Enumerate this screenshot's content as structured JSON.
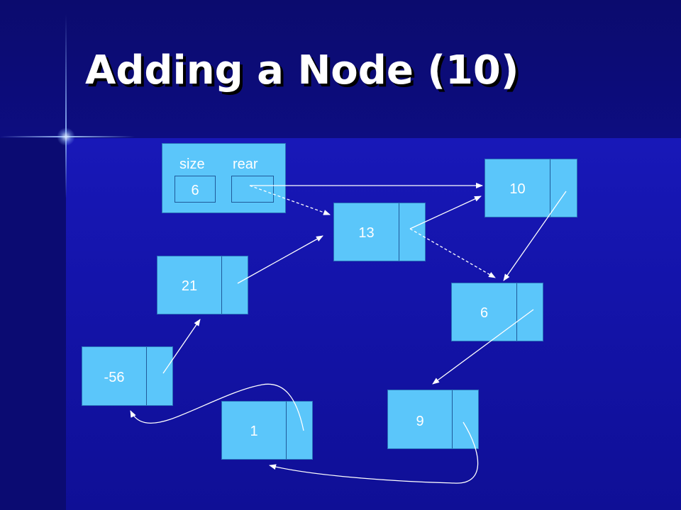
{
  "slide": {
    "title": "Adding a Node (10)"
  },
  "header_box": {
    "size_label": "size",
    "rear_label": "rear",
    "size_value": "6"
  },
  "nodes": {
    "n10": "10",
    "n13": "13",
    "n21": "21",
    "n6": "6",
    "n_56": "-56",
    "n9": "9",
    "n1": "1"
  },
  "colors": {
    "node_fill": "#5bc6fa",
    "background": "#1414aa",
    "arrow": "#ffffff"
  }
}
